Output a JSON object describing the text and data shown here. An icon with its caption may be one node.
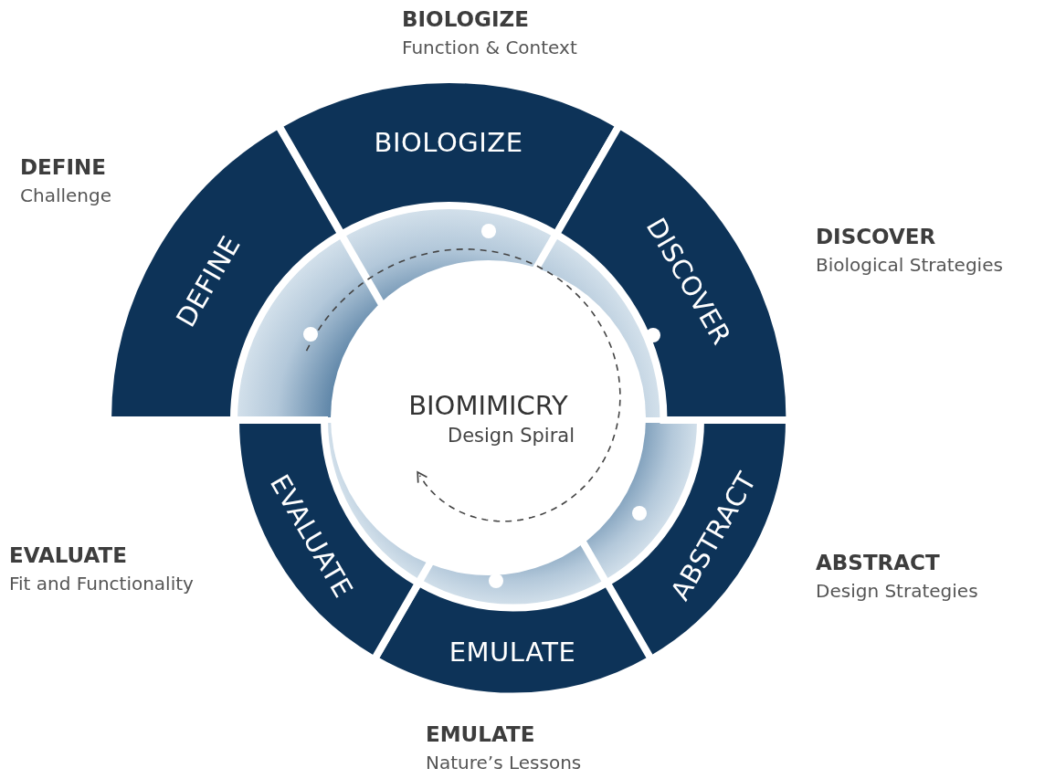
{
  "diagram": {
    "nodes": [
      {
        "text": [
          "DEFINE"
        ],
        "beside": [
          "DEFINE",
          "Challenge"
        ]
      },
      {
        "text": [
          "BIOLOGIZE"
        ],
        "beside": [
          "BIOLOGIZE",
          "Function & Context"
        ]
      },
      {
        "text": [
          "DISCOVER"
        ],
        "beside": [
          "DISCOVER",
          "Biological Strategies"
        ]
      },
      {
        "text": [
          "ABSTRACT"
        ],
        "beside": [
          "ABSTRACT",
          "Design Strategies"
        ]
      },
      {
        "text": [
          "EMULATE"
        ],
        "beside": [
          "EMULATE",
          "Nature’s Lessons"
        ]
      },
      {
        "text": [
          "EVALUATE"
        ],
        "beside": [
          "EVALUATE",
          "Fit and Functionality"
        ]
      },
      {
        "text": [
          "BIOMIMICRY",
          "Design Spiral"
        ]
      }
    ]
  }
}
